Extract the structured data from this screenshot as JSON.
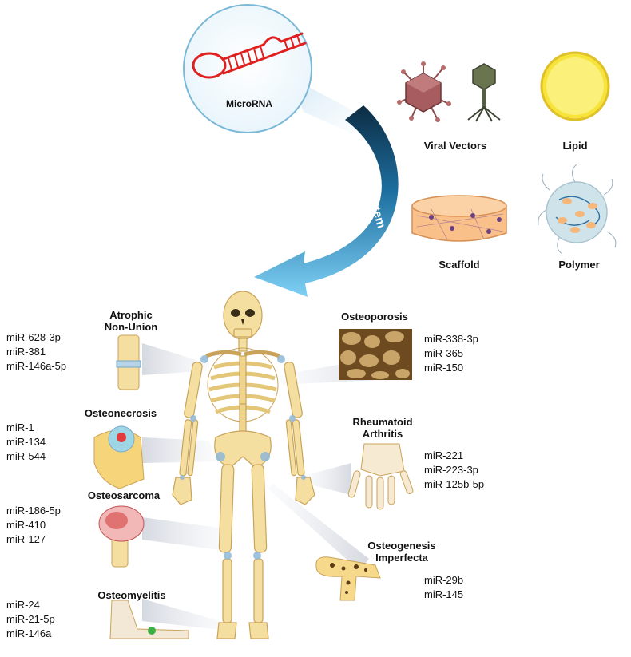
{
  "microrna": {
    "label": "MicroRNA"
  },
  "delivery": {
    "label": "Delivery system"
  },
  "carriers": [
    {
      "label": "Viral Vectors",
      "icon": "viral-vector-icon"
    },
    {
      "label": "Lipid",
      "icon": "lipid-icon"
    },
    {
      "label": "Scaffold",
      "icon": "scaffold-icon"
    },
    {
      "label": "Polymer",
      "icon": "polymer-icon"
    }
  ],
  "diseases": {
    "atrophic": {
      "title": "Atrophic\nNon-Union",
      "mirnas": [
        "miR-628-3p",
        "miR-381",
        "miR-146a-5p"
      ]
    },
    "osteonecrosis": {
      "title": "Osteonecrosis",
      "mirnas": [
        "miR-1",
        "miR-134",
        "miR-544"
      ]
    },
    "osteosarcoma": {
      "title": "Osteosarcoma",
      "mirnas": [
        "miR-186-5p",
        "miR-410",
        "miR-127"
      ]
    },
    "osteomyelitis": {
      "title": "Osteomyelitis",
      "mirnas": [
        "miR-24",
        "miR-21-5p",
        "miR-146a"
      ]
    },
    "osteoporosis": {
      "title": "Osteoporosis",
      "mirnas": [
        "miR-338-3p",
        "miR-365",
        "miR-150"
      ]
    },
    "rheumatoid": {
      "title": "Rheumatoid\nArthritis",
      "mirnas": [
        "miR-221",
        "miR-223-3p",
        "miR-125b-5p"
      ]
    },
    "osteogenesis": {
      "title": "Osteogenesis\nImperfecta",
      "mirnas": [
        "miR-29b",
        "miR-145"
      ]
    }
  },
  "colors": {
    "bone": "#f5dfa0",
    "bone_outline": "#c9a35a",
    "joint": "#8fb8d8",
    "rna": "#e01f1f",
    "arrow_dark": "#0f3550",
    "arrow_light": "#4fb6e8",
    "circle_stroke": "#6aaed0"
  }
}
